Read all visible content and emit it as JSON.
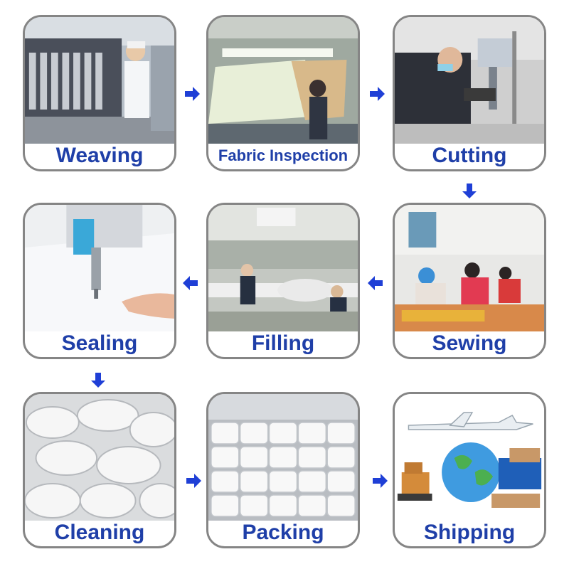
{
  "steps": [
    {
      "label": "Weaving"
    },
    {
      "label": "Fabric Inspection"
    },
    {
      "label": "Cutting"
    },
    {
      "label": "Sewing"
    },
    {
      "label": "Filling"
    },
    {
      "label": "Sealing"
    },
    {
      "label": "Cleaning"
    },
    {
      "label": "Packing"
    },
    {
      "label": "Shipping"
    }
  ],
  "colors": {
    "label_text": "#1f3fa8",
    "arrow": "#1f3fd6",
    "card_border": "#858585"
  },
  "icons": {
    "arrow": "arrow-icon"
  }
}
